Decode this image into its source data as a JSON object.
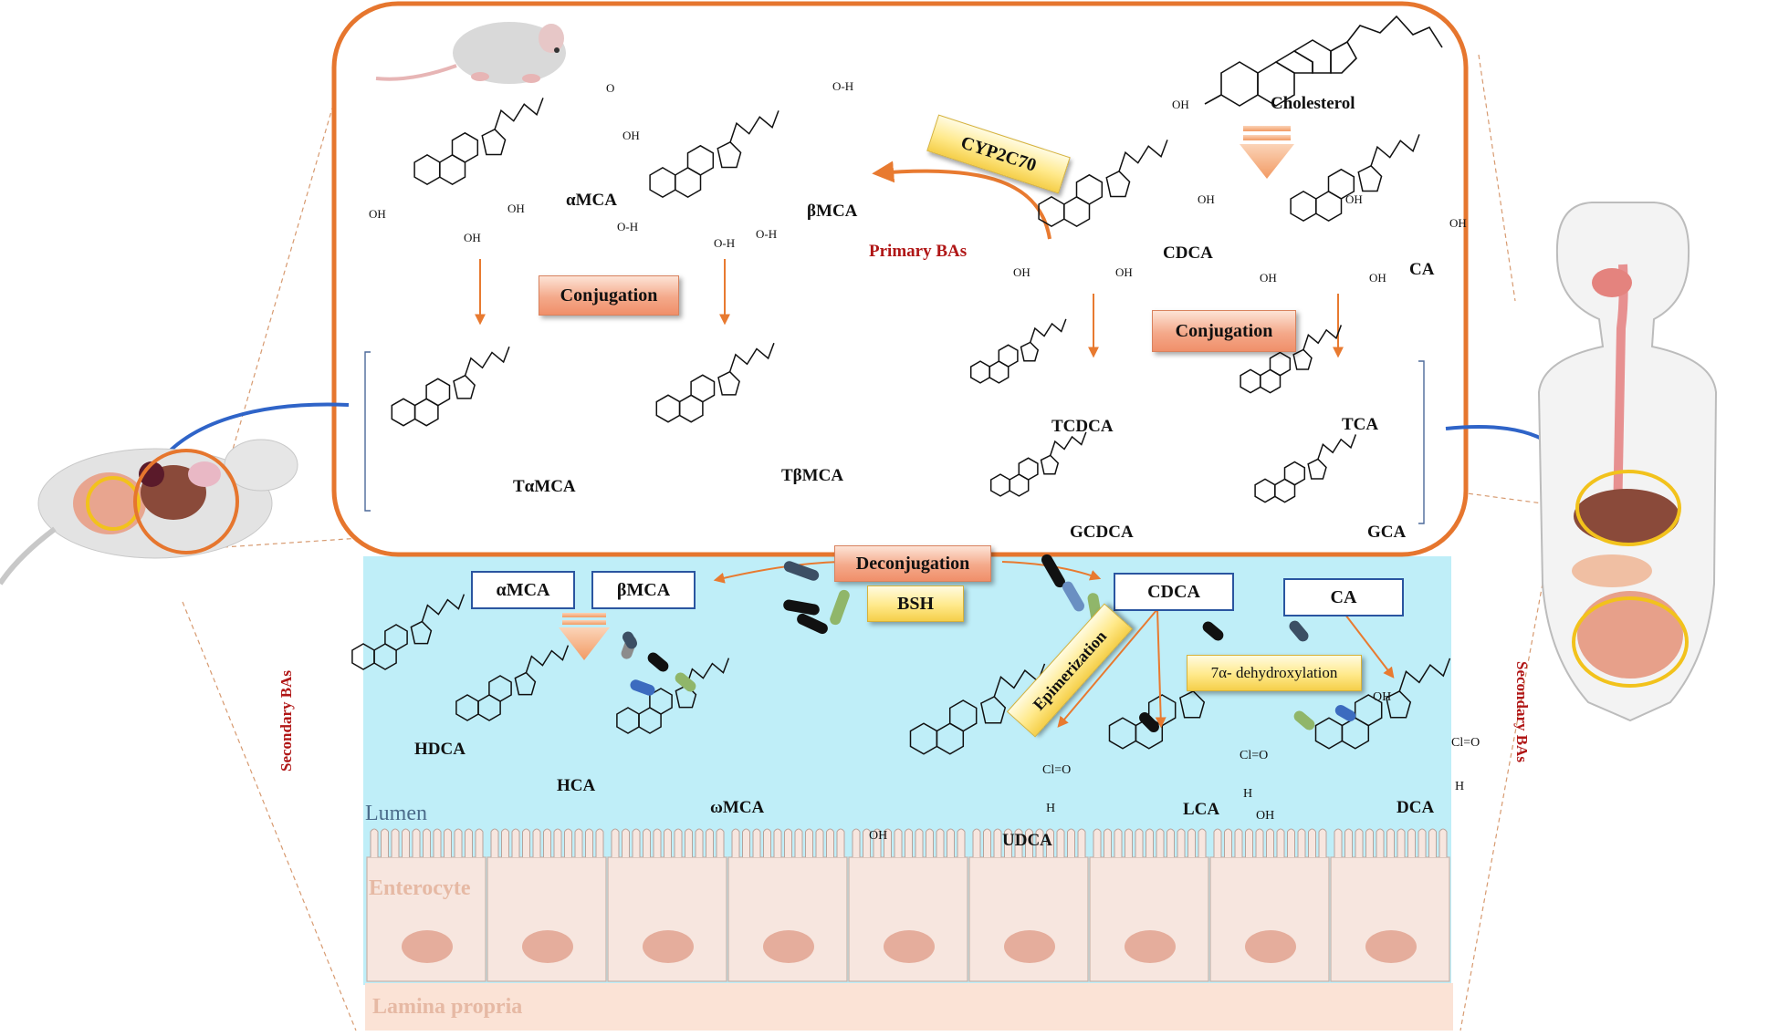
{
  "colors": {
    "frame_orange": "#e6762e",
    "arrow_orange": "#e87a30",
    "arrow_blue": "#2f64c8",
    "lumen_blue": "#bfeef8",
    "enterocyte_fill": "#f7e6df",
    "nucleus": "#e5ad9c",
    "lamina": "#fbe3d6",
    "highlight_yellow": "#f2c21c"
  },
  "labels": {
    "cholesterol": "Cholesterol",
    "cyp": "CYP2C70",
    "primary_bas": "Primary BAs",
    "amca": "αMCA",
    "bmca": "βMCA",
    "cdca": "CDCA",
    "ca": "CA",
    "conjugation_left": "Conjugation",
    "conjugation_right": "Conjugation",
    "tamca": "TαMCA",
    "tbmca": "TβMCA",
    "tcdca": "TCDCA",
    "tca": "TCA",
    "gcdca": "GCDCA",
    "gca": "GCA",
    "deconjugation": "Deconjugation",
    "bsh": "BSH",
    "box_amca": "αMCA",
    "box_bmca": "βMCA",
    "box_cdca": "CDCA",
    "box_ca": "CA",
    "epimerization": "Epimerization",
    "dehydroxylation": "7α- dehydroxylation",
    "secondary_left": "Secondary BAs",
    "secondary_right": "Secondary BAs",
    "hdca": "HDCA",
    "hca": "HCA",
    "wmca": "ωMCA",
    "udca": "UDCA",
    "lca": "LCA",
    "dca": "DCA",
    "lumen": "Lumen",
    "enterocyte": "Enterocyte",
    "lamina": "Lamina propria"
  },
  "atoms": {
    "oh": "OH",
    "oh2": "OH",
    "oh3": "OH",
    "oh4": "OH",
    "oh5": "OH",
    "oh6": "OH",
    "oh7": "OH",
    "oh8": "OH",
    "oh9": "OH",
    "oh10": "OH",
    "oh11": "OH",
    "oh12": "OH",
    "oh13": "OH",
    "oh14": "OH",
    "oh15": "OH",
    "o1": "O",
    "o2": "O-H",
    "o3": "O-H",
    "o4": "O-H",
    "o5": "O-H",
    "h1": "H",
    "h2": "H",
    "h3": "H",
    "co1": "Cl=O",
    "co2": "Cl=O",
    "co3": "Cl=O"
  }
}
